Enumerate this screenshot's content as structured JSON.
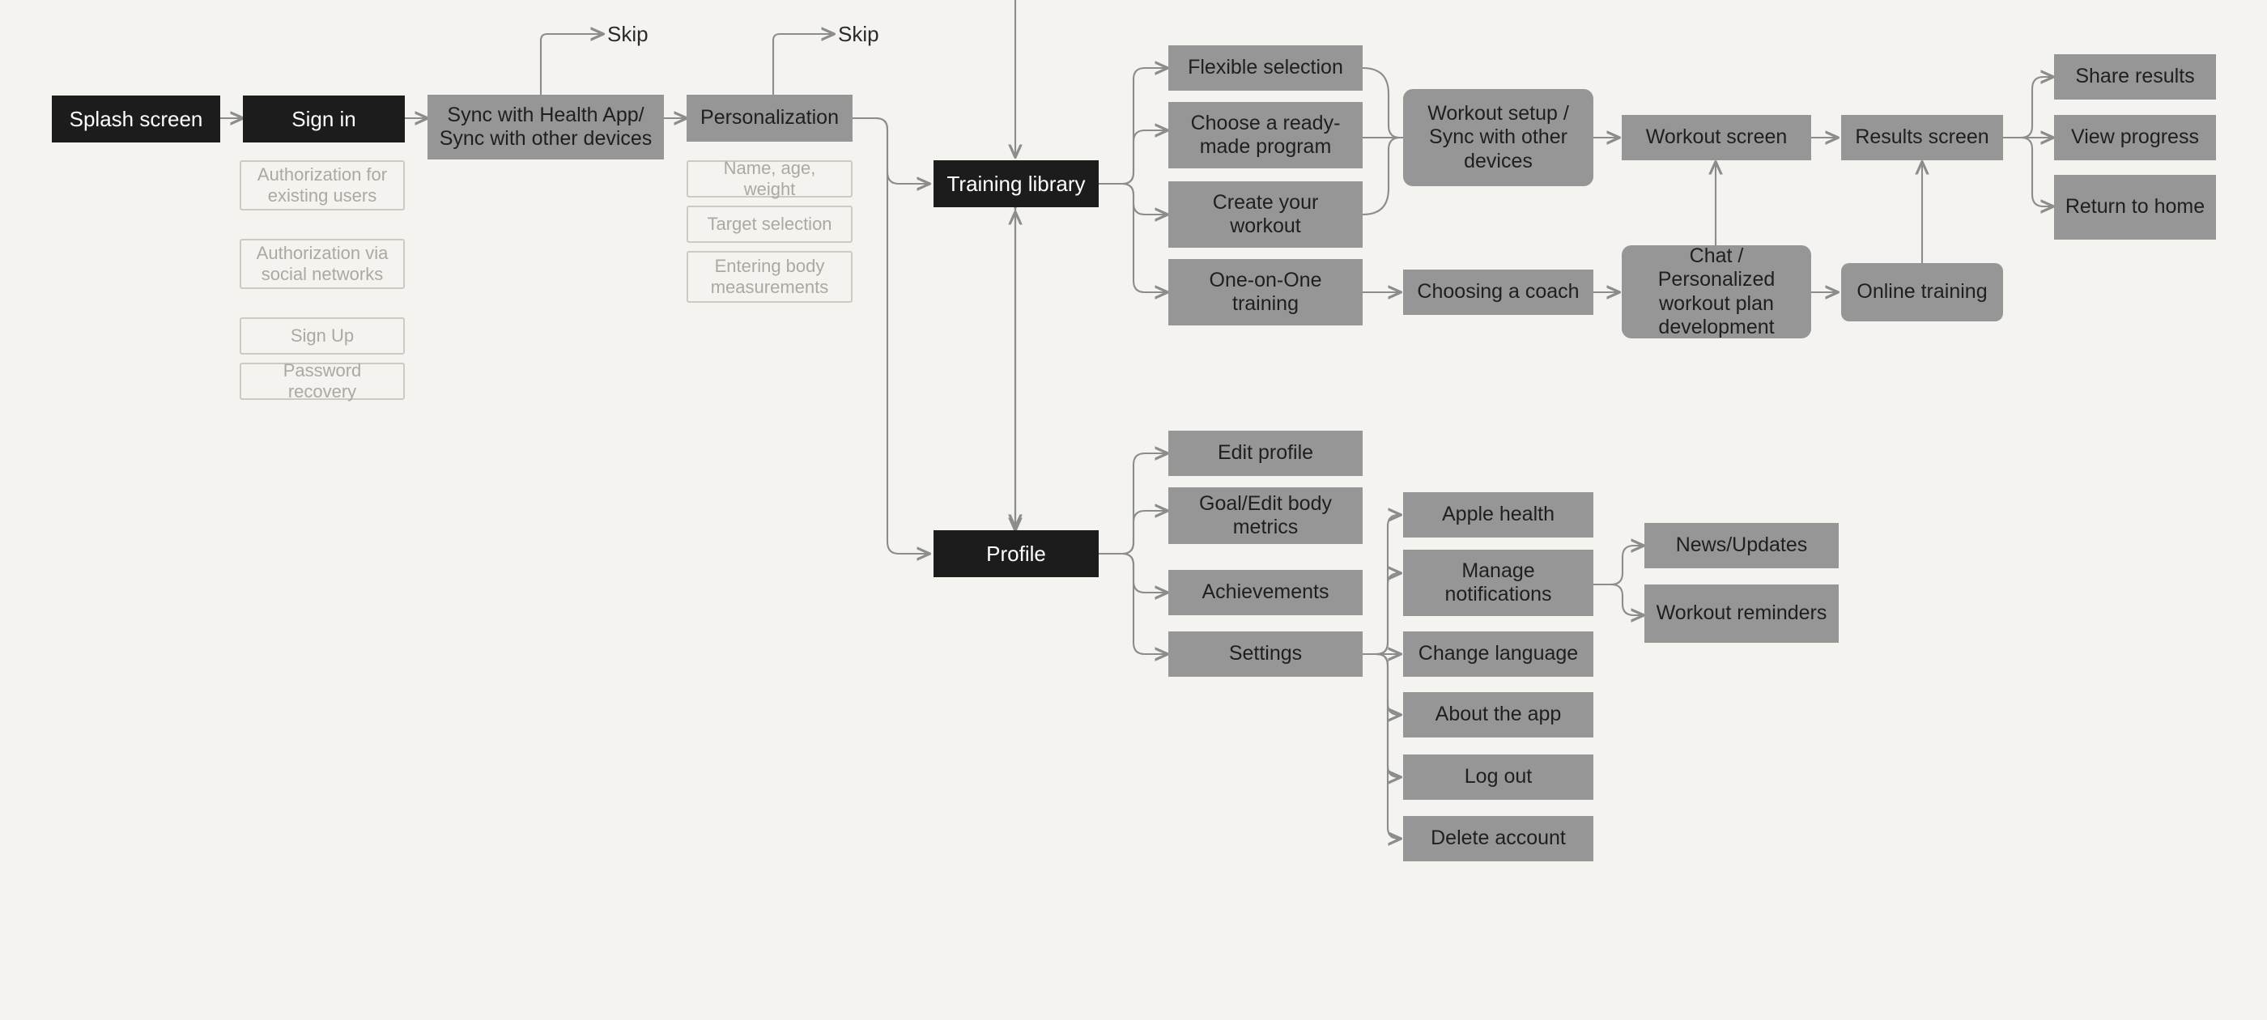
{
  "diagram": {
    "title": "Fitness app user flow",
    "background_color": "#f4f3ef",
    "colors": {
      "primary_node": "#1c1c1c",
      "secondary_node": "#969696",
      "ghost_border": "#cbcac5",
      "ghost_text": "#aaa9a4",
      "edge": "#8c8c8a"
    }
  },
  "nodes": {
    "splash_screen": "Splash screen",
    "sign_in": "Sign in",
    "auth_existing": "Authorization for existing users",
    "auth_social": "Authorization via social networks",
    "sign_up": "Sign Up",
    "password_recovery": "Password recovery",
    "sync_health": "Sync with Health App/ Sync with other devices",
    "skip_sync": "Skip",
    "personalization": "Personalization",
    "name_age_weight": "Name, age, weight",
    "target_selection": "Target selection",
    "entering_body": "Entering body measurements",
    "skip_personalization": "Skip",
    "training_library": "Training library",
    "flexible_selection": "Flexible selection",
    "choose_ready_made": "Choose a ready-made program",
    "create_your_workout": "Create your workout",
    "one_on_one": "One-on-One training",
    "workout_setup": "Workout setup / Sync with other devices",
    "workout_screen": "Workout screen",
    "results_screen": "Results screen",
    "share_results": "Share results",
    "view_progress": "View progress",
    "return_to_home": "Return to home",
    "choosing_a_coach": "Choosing a coach",
    "chat_plan": "Chat / Personalized workout plan development",
    "online_training": "Online training",
    "profile": "Profile",
    "edit_profile": "Edit profile",
    "goal_edit_body": "Goal/Edit body metrics",
    "achievements": "Achievements",
    "settings": "Settings",
    "apple_health": "Apple health",
    "manage_notifications": "Manage notifications",
    "change_language": "Change language",
    "about_the_app": "About the app",
    "log_out": "Log out",
    "delete_account": "Delete account",
    "news_updates": "News/Updates",
    "workout_reminders": "Workout reminders"
  }
}
